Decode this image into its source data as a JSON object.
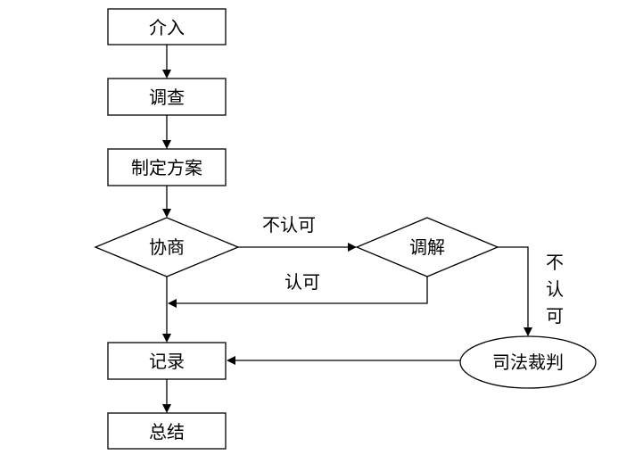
{
  "nodes": {
    "intervene": "介入",
    "investigate": "调查",
    "plan": "制定方案",
    "negotiate": "协商",
    "mediate": "调解",
    "record": "记录",
    "summarize": "总结",
    "judicial": "司法裁判"
  },
  "edges": {
    "negotiate_to_mediate": "不认可",
    "mediate_to_record": "认可",
    "mediate_to_judicial": [
      "不",
      "认",
      "可"
    ]
  }
}
